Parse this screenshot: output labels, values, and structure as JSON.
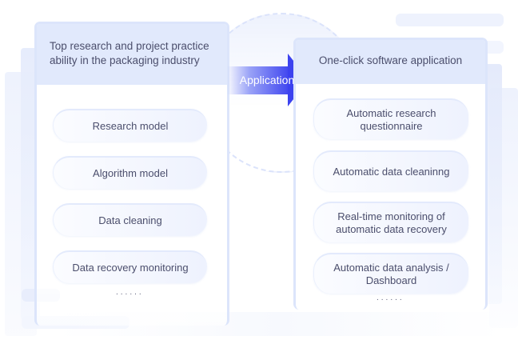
{
  "arrow": {
    "label": "Application",
    "color": "#3c42ef"
  },
  "left_panel": {
    "title": "Top research and project practice ability in the packaging industry",
    "items": [
      {
        "label": "Research model"
      },
      {
        "label": "Algorithm model"
      },
      {
        "label": "Data cleaning"
      },
      {
        "label": "Data recovery monitoring"
      }
    ],
    "more": "......"
  },
  "right_panel": {
    "title": "One-click software application",
    "items": [
      {
        "label": "Automatic research questionnaire"
      },
      {
        "label": "Automatic data cleaninng"
      },
      {
        "label": "Real-time monitoring of automatic data recovery"
      },
      {
        "label": "Automatic data analysis / Dashboard"
      }
    ],
    "more": "......"
  },
  "colors": {
    "header_bg": "#e1e9fc",
    "panel_border": "#dce5fb",
    "text": "#4b4e6c"
  }
}
